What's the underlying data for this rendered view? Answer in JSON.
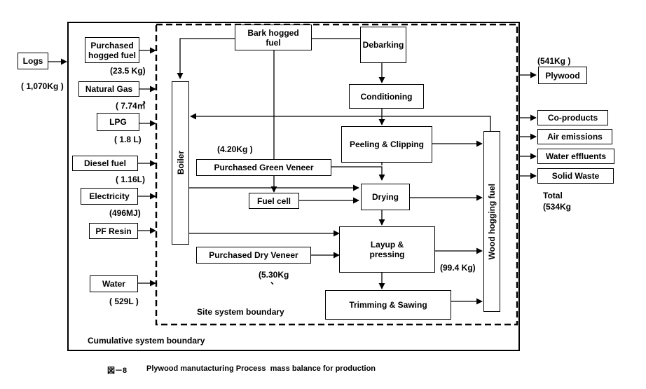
{
  "inputs": {
    "logs": "Logs",
    "logs_amount": "( 1,070Kg )",
    "hogged_fuel": "Purchased\nhogged fuel",
    "hogged_fuel_amount": "(23.5 Kg)",
    "natural_gas": "Natural Gas",
    "natural_gas_amount": "( 7.74㎥",
    "lpg": "LPG",
    "lpg_amount": "( 1.8 L)",
    "diesel": "Diesel fuel",
    "diesel_amount": "( 1.16L)",
    "electricity": "Electricity",
    "electricity_amount": "(496MJ)",
    "pf_resin": "PF Resin",
    "water": "Water",
    "water_amount": "( 529L )"
  },
  "process": {
    "bark_hogged_fuel": "Bark hogged\nfuel",
    "debarking": "Debarking",
    "conditioning": "Conditioning",
    "boiler": "Boiler",
    "peeling": "Peeling & Clipping",
    "green_veneer": "Purchased Green Veneer",
    "green_veneer_amount": "(4.20Kg )",
    "fuel_cell": "Fuel cell",
    "drying": "Drying",
    "dry_veneer": "Purchased Dry Veneer",
    "dry_veneer_amount": "(5.30Kg",
    "dry_veneer_mark": "、",
    "layup": "Layup &\npressing",
    "layup_amount": "(99.4 Kg)",
    "trimming": "Trimming & Sawing",
    "wood_hogging_fuel": "Wood hogging fuel"
  },
  "outputs": {
    "plywood_amount": "(541Kg )",
    "plywood": "Plywood",
    "co_products": "Co-products",
    "air_emissions": "Air emissions",
    "water_effluents": "Water effluents",
    "solid_waste": "Solid Waste",
    "total": "Total\n(534Kg"
  },
  "boundaries": {
    "site": "Site system boundary",
    "cumulative": "Cumulative system boundary"
  },
  "caption": {
    "figure_no": "図－8",
    "title": "Plywood manutacturing Process  mass balance for production"
  }
}
